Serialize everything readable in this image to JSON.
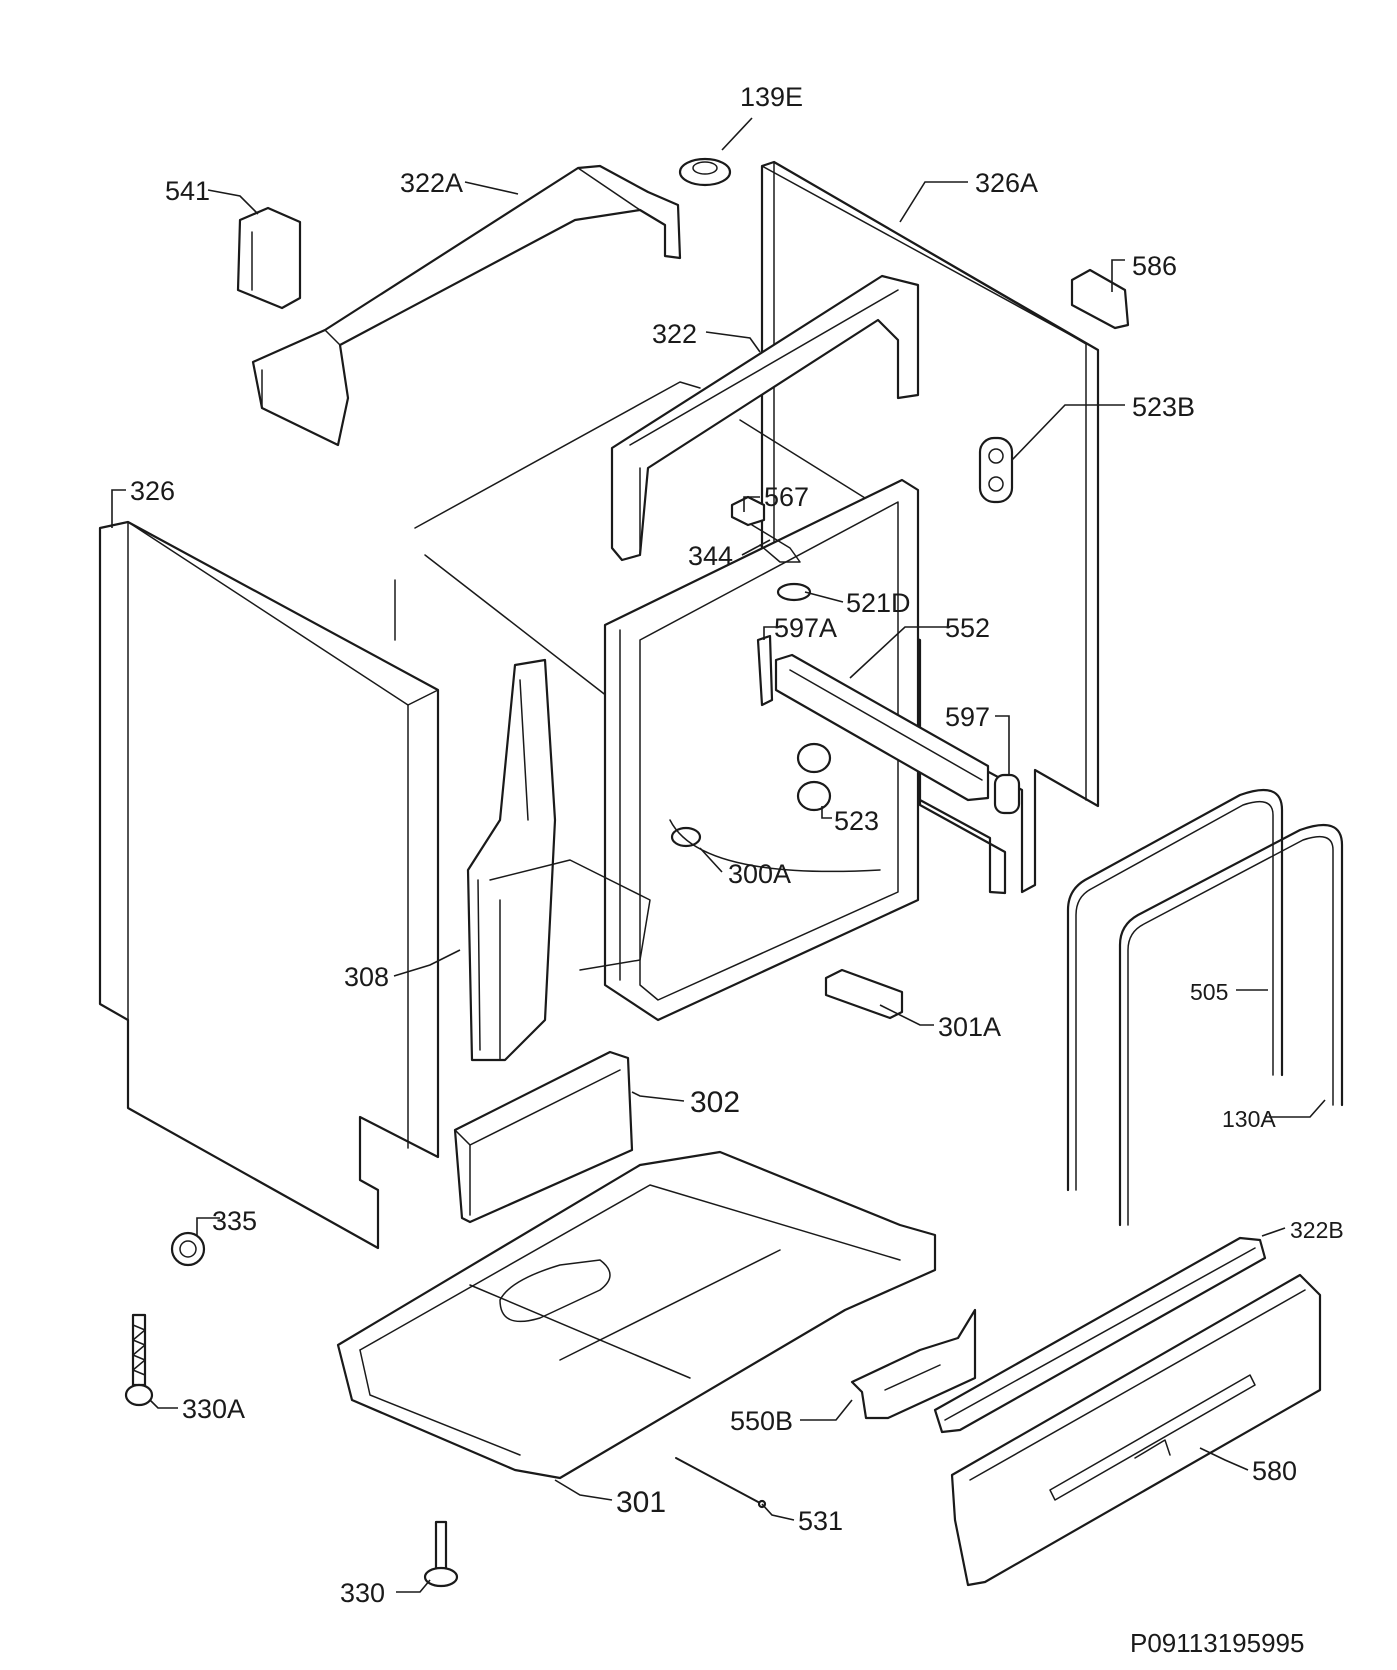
{
  "labels": {
    "l139E": "139E",
    "l541": "541",
    "l322A": "322A",
    "l326A": "326A",
    "l586": "586",
    "l322": "322",
    "l523B": "523B",
    "l326": "326",
    "l567": "567",
    "l344": "344",
    "l521D": "521D",
    "l597A": "597A",
    "l552": "552",
    "l597": "597",
    "l523": "523",
    "l300A": "300A",
    "l308": "308",
    "l301A": "301A",
    "l505": "505",
    "l302": "302",
    "l130A": "130A",
    "l335": "335",
    "l322B": "322B",
    "l330A": "330A",
    "l550B": "550B",
    "l580": "580",
    "l301": "301",
    "l531": "531",
    "l330": "330"
  },
  "reference": "P09113195995"
}
